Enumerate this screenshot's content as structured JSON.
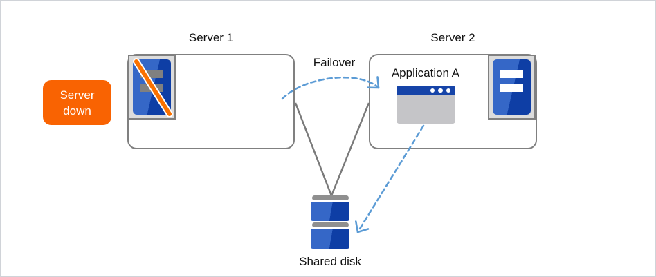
{
  "badge": {
    "line1": "Server",
    "line2": "down"
  },
  "server1": {
    "label": "Server 1",
    "icon": "server-down-icon"
  },
  "server2": {
    "label": "Server 2",
    "app_label": "Application A",
    "icon": "server-icon",
    "app_icon": "app-window-icon"
  },
  "labels": {
    "failover": "Failover",
    "shared_disk": "Shared disk"
  },
  "icons": {
    "server1": "crossed-out-server-icon",
    "server2": "server-icon",
    "application": "app-window-icon",
    "storage": "shared-disk-icon"
  },
  "colors": {
    "orange": "#F96302",
    "slash-orange": "#FB7100",
    "server-blue-light": "#3567C7",
    "server-blue-dark": "#0E3EA5",
    "titlebar-navy": "#1644A8",
    "stripe-gray": "#808080",
    "container-gray": "#DCDCDC",
    "border-gray": "#808080",
    "line-gray": "#7A7A7A",
    "dash-blue": "#5B9BD5",
    "window-body-gray": "#C5C5C8",
    "disk-bar-gray": "#8F8F8F",
    "text-color": "#111111"
  }
}
